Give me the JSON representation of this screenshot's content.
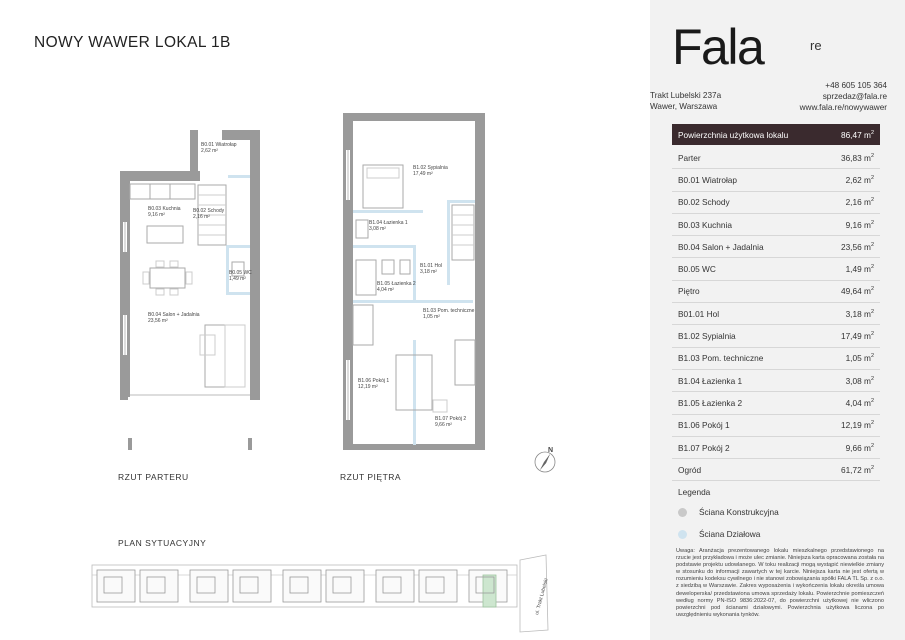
{
  "page_title": "NOWY WAWER LOKAL 1B",
  "plans": {
    "ground_caption": "RZUT PARTERU",
    "floor_caption": "RZUT PIĘTRA",
    "site_caption": "PLAN SYTUACYJNY",
    "compass_label": "N",
    "street_label": "ul. Trakt Lubelski",
    "ground_rooms": [
      {
        "name": "B0.01 Wiatrołap",
        "area": "2,62 m²"
      },
      {
        "name": "B0.02 Schody",
        "area": "2,16 m²"
      },
      {
        "name": "B0.03 Kuchnia",
        "area": "9,16 m²"
      },
      {
        "name": "B0.05 WC",
        "area": "1,49 m²"
      },
      {
        "name": "B0.04 Salon + Jadalnia",
        "area": "23,56 m²"
      }
    ],
    "floor_rooms": [
      {
        "name": "B1.02 Sypialnia",
        "area": "17,49 m²"
      },
      {
        "name": "B1.04 Łazienka 1",
        "area": "3,08 m²"
      },
      {
        "name": "B1.01 Hol",
        "area": "3,18 m²"
      },
      {
        "name": "B1.05 Łazienka 2",
        "area": "4,04 m²"
      },
      {
        "name": "B1.03 Pom. techniczne",
        "area": "1,05 m²"
      },
      {
        "name": "B1.06 Pokój 1",
        "area": "12,19 m²"
      },
      {
        "name": "B1.07 Pokój 2",
        "area": "9,66 m²"
      }
    ]
  },
  "brand": {
    "logo": "Fala",
    "logo_sup": "re",
    "address_line1": "Trakt Lubelski 237a",
    "address_line2": "Wawer, Warszawa",
    "phone": "+48 605 105 364",
    "email": "sprzedaz@fala.re",
    "website": "www.fala.re/nowywawer"
  },
  "summary": {
    "label": "Powierzchnia użytkowa lokalu",
    "value": "86,47 m",
    "unit_sup": "2"
  },
  "rows": [
    {
      "label": "Parter",
      "value": "36,83 m"
    },
    {
      "label": "B0.01 Wiatrołap",
      "value": "2,62 m"
    },
    {
      "label": "B0.02 Schody",
      "value": "2,16 m"
    },
    {
      "label": "B0.03 Kuchnia",
      "value": "9,16 m"
    },
    {
      "label": "B0.04 Salon + Jadalnia",
      "value": "23,56 m"
    },
    {
      "label": "B0.05 WC",
      "value": "1,49 m"
    },
    {
      "label": "Piętro",
      "value": "49,64 m"
    },
    {
      "label": "B01.01 Hol",
      "value": "3,18 m"
    },
    {
      "label": "B1.02 Sypialnia",
      "value": "17,49 m"
    },
    {
      "label": "B1.03 Pom. techniczne",
      "value": "1,05 m"
    },
    {
      "label": "B1.04 Łazienka 1",
      "value": "3,08 m"
    },
    {
      "label": "B1.05 Łazienka 2",
      "value": "4,04 m"
    },
    {
      "label": "B1.06 Pokój 1",
      "value": "12,19 m"
    },
    {
      "label": "B1.07 Pokój 2",
      "value": "9,66 m"
    },
    {
      "label": "Ogród",
      "value": "61,72 m"
    }
  ],
  "legend": {
    "title": "Legenda",
    "items": [
      {
        "label": "Ściana Konstrukcyjna",
        "color": "#c9c9c9"
      },
      {
        "label": "Ściana Działowa",
        "color": "#cfe3ef"
      }
    ]
  },
  "note": "Uwaga: Aranżacja prezentowanego lokalu mieszkalnego przedstawionego na rzucie jest przykładowa i może ulec zmianie. Niniejsza karta opracowana została na podstawie projektu udowlanego. W toku realizacji mogą wystąpić niewielkie zmiany w stosunku do informacji zawartych w tej karcie. Niniejsza karta nie jest ofertą w rozumieniu kodeksu cywilnego i nie stanowi zobowiązania spółki FALA TL Sp. z o.o. z siedzibą w Warszawie. Zakres wyposażenia i wykończenia lokalu określa umowa deweloperska/ przedstawiona umowa sprzedaży lokalu. Powierzchnie pomieszczeń według normy PN-ISO 9836:2022-07, do powierzchni użytkowej nie wliczono powierzchni pod ścianami działowymi. Powierzchnia użytkowa liczona po uwzględnieniu wykonania tynków."
}
